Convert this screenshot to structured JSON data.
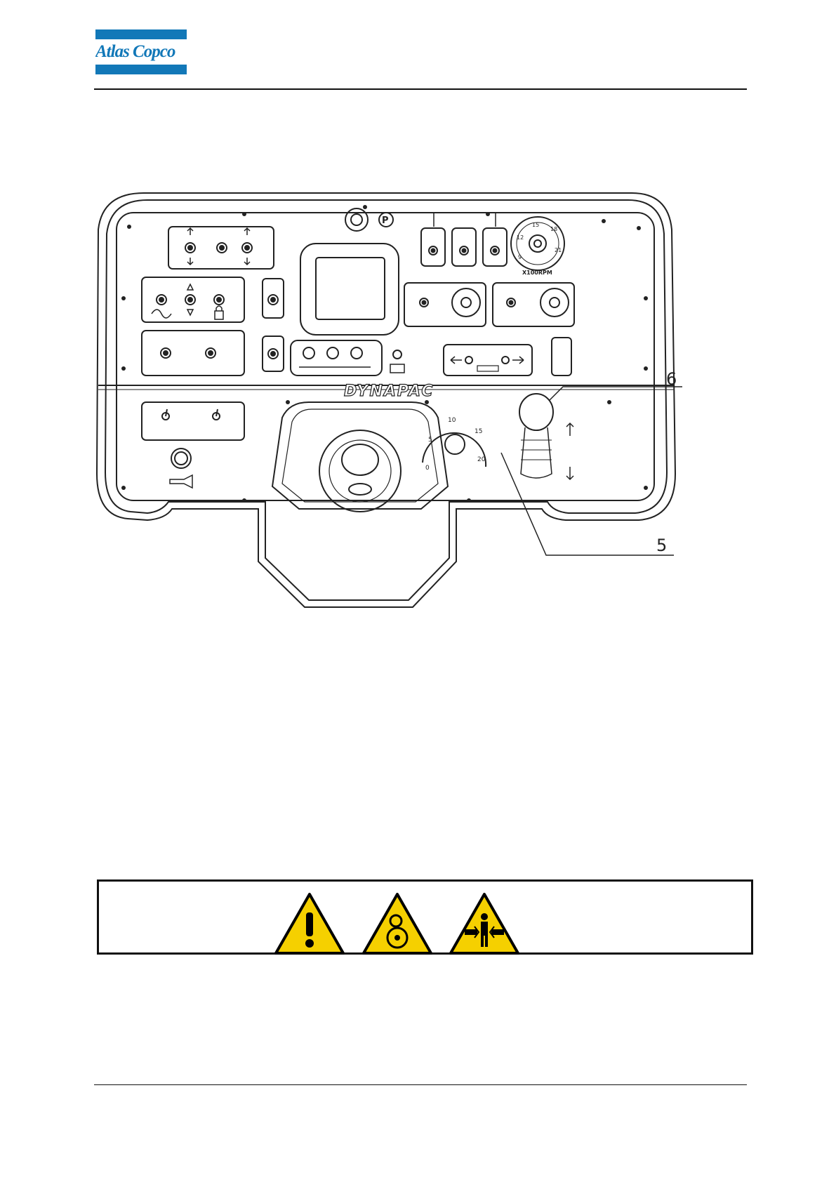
{
  "header": {
    "logo_text": "Atlas Copco",
    "brand_color": "#1278b8"
  },
  "figure": {
    "brand_text": "DYNAPAC",
    "rpm_dial": {
      "scale_labels": [
        "9",
        "12",
        "15",
        "18",
        "21"
      ],
      "unit": "X100RPM"
    },
    "speed_dial": {
      "scale_labels": [
        "0",
        "5",
        "10",
        "15",
        "20"
      ]
    },
    "callouts": [
      {
        "id": "6",
        "label": "6"
      },
      {
        "id": "5",
        "label": "5"
      }
    ]
  },
  "warning": {
    "icons": [
      "general-warning-icon",
      "crush-hazard-roller-icon",
      "crush-hazard-body-icon"
    ],
    "color": "#f5d000"
  }
}
